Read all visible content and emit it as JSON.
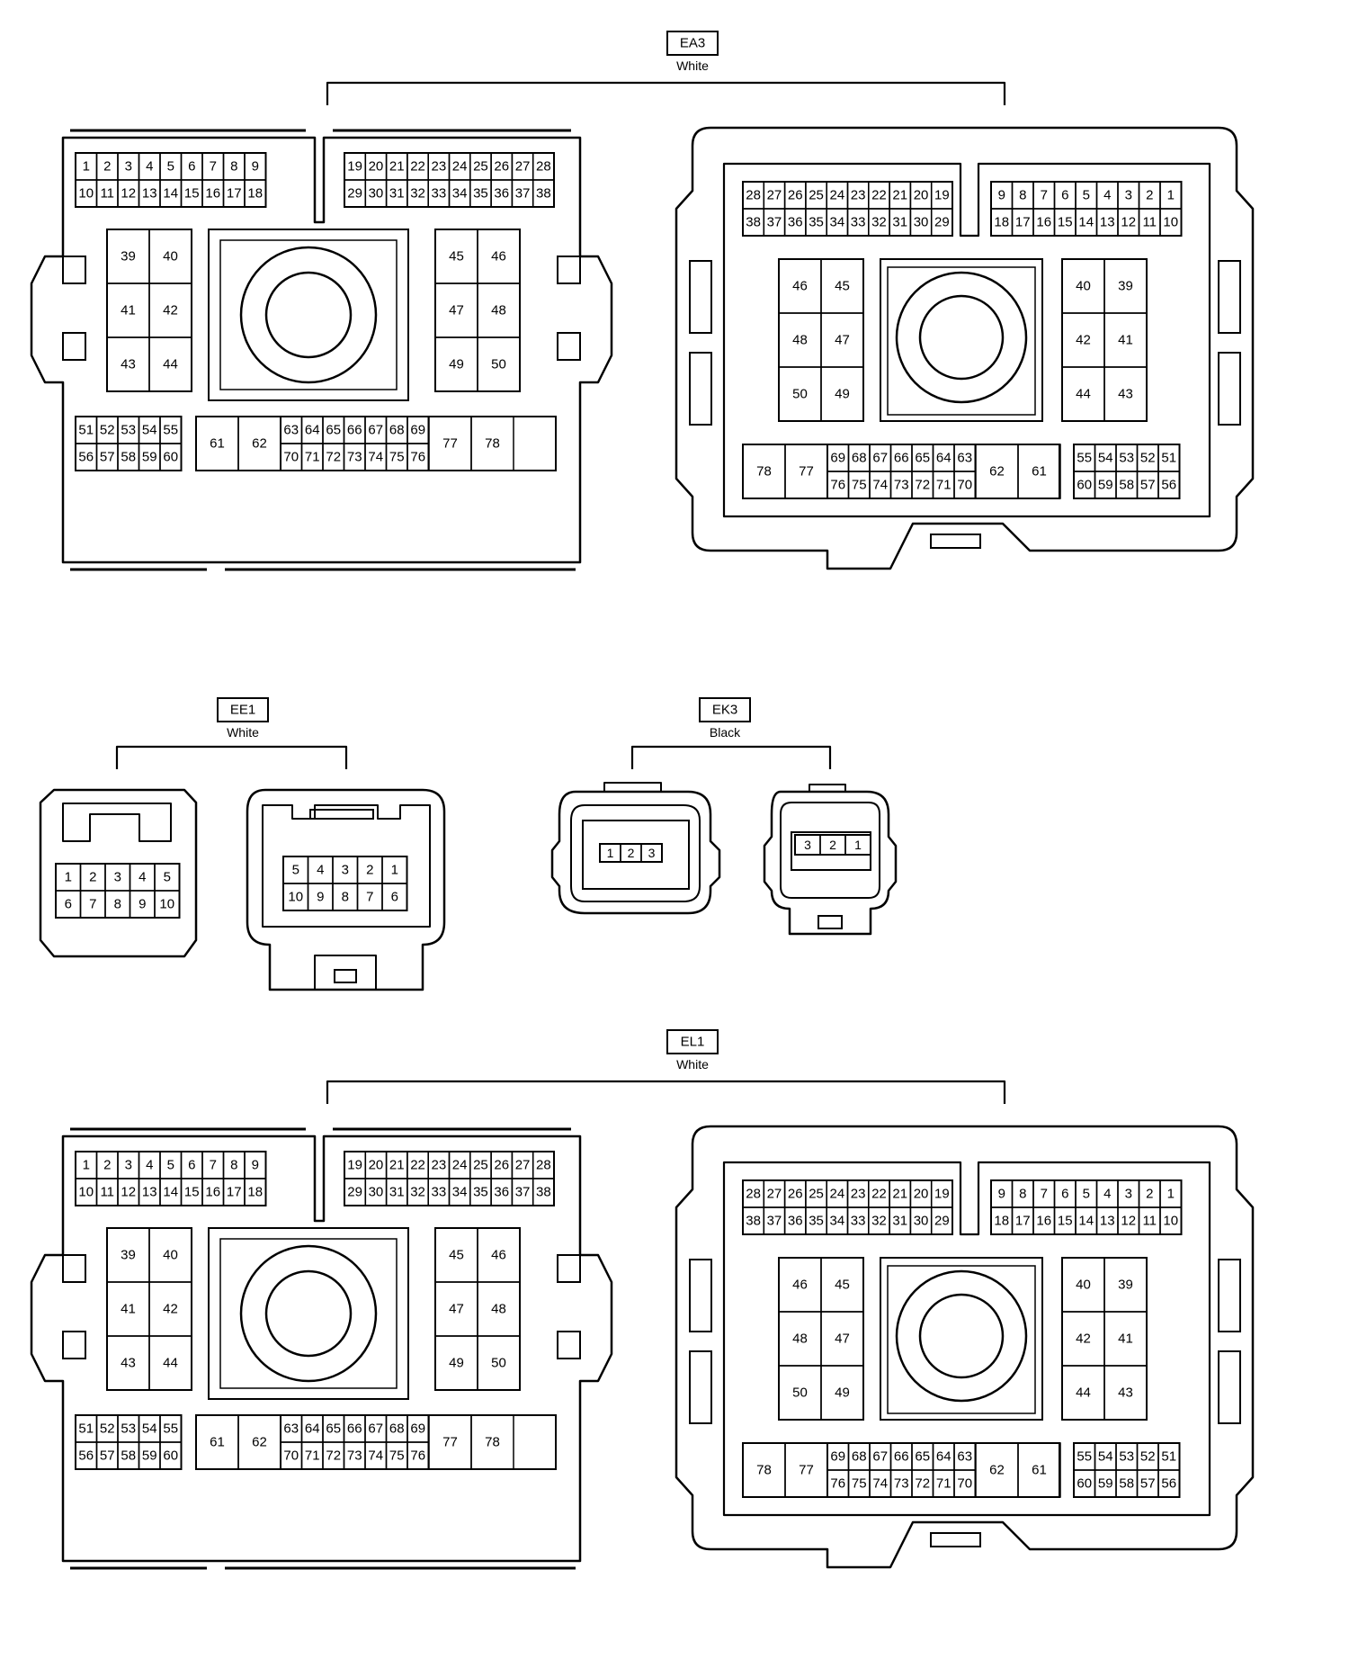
{
  "connectors": [
    {
      "id": "EA3",
      "code": "EA3",
      "color": "White",
      "kind": "large"
    },
    {
      "id": "EE1",
      "code": "EE1",
      "color": "White",
      "kind": "ten"
    },
    {
      "id": "EK3",
      "code": "EK3",
      "color": "Black",
      "kind": "three"
    },
    {
      "id": "EL1",
      "code": "EL1",
      "color": "White",
      "kind": "large"
    }
  ],
  "large_connector": {
    "male": {
      "top_left": [
        [
          "1",
          "2",
          "3",
          "4",
          "5",
          "6",
          "7",
          "8",
          "9"
        ],
        [
          "10",
          "11",
          "12",
          "13",
          "14",
          "15",
          "16",
          "17",
          "18"
        ]
      ],
      "top_right": [
        [
          "19",
          "20",
          "21",
          "22",
          "23",
          "24",
          "25",
          "26",
          "27",
          "28"
        ],
        [
          "29",
          "30",
          "31",
          "32",
          "33",
          "34",
          "35",
          "36",
          "37",
          "38"
        ]
      ],
      "mid_left": [
        [
          "39",
          "40"
        ],
        [
          "41",
          "42"
        ],
        [
          "43",
          "44"
        ]
      ],
      "mid_right": [
        [
          "45",
          "46"
        ],
        [
          "47",
          "48"
        ],
        [
          "49",
          "50"
        ]
      ],
      "bot_left": [
        [
          "51",
          "52",
          "53",
          "54",
          "55"
        ],
        [
          "56",
          "57",
          "58",
          "59",
          "60"
        ]
      ],
      "bot_row_big_left": [
        "61",
        "62"
      ],
      "bot_row_grid": [
        [
          "63",
          "64",
          "65",
          "66",
          "67",
          "68",
          "69"
        ],
        [
          "70",
          "71",
          "72",
          "73",
          "74",
          "75",
          "76"
        ]
      ],
      "bot_row_big_right": [
        "77",
        "78"
      ]
    },
    "female": {
      "top_left": [
        [
          "28",
          "27",
          "26",
          "25",
          "24",
          "23",
          "22",
          "21",
          "20",
          "19"
        ],
        [
          "38",
          "37",
          "36",
          "35",
          "34",
          "33",
          "32",
          "31",
          "30",
          "29"
        ]
      ],
      "top_right": [
        [
          "9",
          "8",
          "7",
          "6",
          "5",
          "4",
          "3",
          "2",
          "1"
        ],
        [
          "18",
          "17",
          "16",
          "15",
          "14",
          "13",
          "12",
          "11",
          "10"
        ]
      ],
      "mid_left": [
        [
          "46",
          "45"
        ],
        [
          "48",
          "47"
        ],
        [
          "50",
          "49"
        ]
      ],
      "mid_right": [
        [
          "40",
          "39"
        ],
        [
          "42",
          "41"
        ],
        [
          "44",
          "43"
        ]
      ],
      "bot_row_big_left": [
        "78",
        "77"
      ],
      "bot_row_grid": [
        [
          "69",
          "68",
          "67",
          "66",
          "65",
          "64",
          "63"
        ],
        [
          "76",
          "75",
          "74",
          "73",
          "72",
          "71",
          "70"
        ]
      ],
      "bot_row_big_right": [
        "62",
        "61"
      ],
      "bot_right": [
        [
          "55",
          "54",
          "53",
          "52",
          "51"
        ],
        [
          "60",
          "59",
          "58",
          "57",
          "56"
        ]
      ]
    }
  },
  "ee1": {
    "male": [
      [
        "1",
        "2",
        "3",
        "4",
        "5"
      ],
      [
        "6",
        "7",
        "8",
        "9",
        "10"
      ]
    ],
    "female": [
      [
        "5",
        "4",
        "3",
        "2",
        "1"
      ],
      [
        "10",
        "9",
        "8",
        "7",
        "6"
      ]
    ]
  },
  "ek3": {
    "male": [
      "1",
      "2",
      "3"
    ],
    "female": [
      "3",
      "2",
      "1"
    ]
  }
}
